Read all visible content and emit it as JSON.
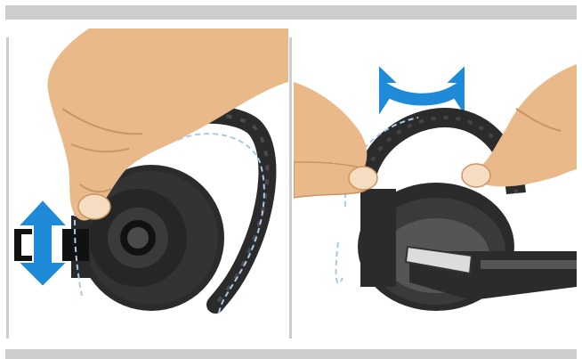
{
  "document": {
    "type": "instruction-illustration",
    "panels": [
      {
        "id": "left",
        "icons": [
          "hand-icon",
          "earpad-icon",
          "earhook-icon",
          "vertical-double-arrow-icon"
        ]
      },
      {
        "id": "right",
        "icons": [
          "hand-icon",
          "headband-icon",
          "earcup-icon",
          "horizontal-double-arrow-icon"
        ]
      }
    ]
  },
  "colors": {
    "frame_gray": "#cdcdcd",
    "arrow_blue": "#1e8ad8",
    "skin": "#e9b98a",
    "skin_shadow": "#c99564",
    "device_dark": "#2b2b2b",
    "dashed_outline": "#a9c8e8"
  }
}
